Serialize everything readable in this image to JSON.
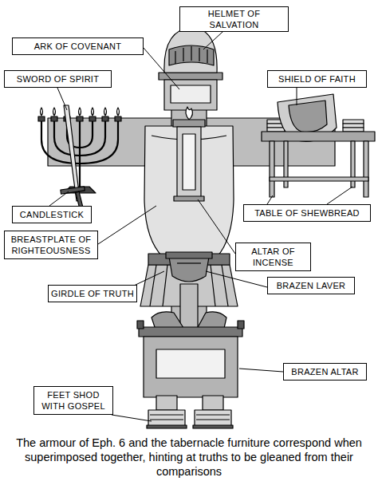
{
  "diagram": {
    "caption": "The armour of Eph. 6 and the tabernacle furniture correspond when superimposed together, hinting at truths to be gleaned from their comparisons",
    "nodes": [
      {
        "text": [
          "HELMET OF SALVATION"
        ]
      },
      {
        "text": [
          "ARK OF COVENANT"
        ]
      },
      {
        "text": [
          "SWORD OF SPIRIT"
        ]
      },
      {
        "text": [
          "SHIELD OF FAITH"
        ]
      },
      {
        "text": [
          "CANDLESTICK"
        ]
      },
      {
        "text": [
          "TABLE OF SHEWBREAD"
        ]
      },
      {
        "text": [
          "BREASTPLATE OF RIGHTEOUSNESS"
        ]
      },
      {
        "text": [
          "ALTAR OF INCENSE"
        ]
      },
      {
        "text": [
          "GIRDLE OF TRUTH"
        ]
      },
      {
        "text": [
          "BRAZEN LAVER"
        ]
      },
      {
        "text": [
          "BRAZEN ALTAR"
        ]
      },
      {
        "text": [
          "FEET SHOD WITH GOSPEL"
        ]
      }
    ]
  }
}
